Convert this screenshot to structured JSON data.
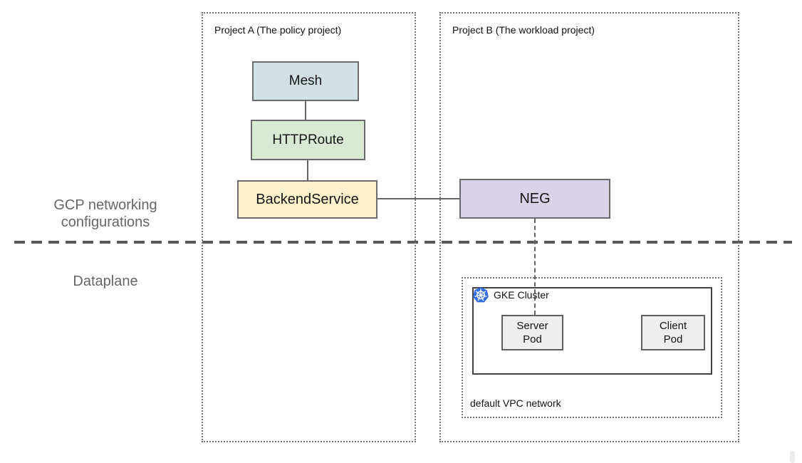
{
  "lanes": {
    "top_label": "GCP networking configurations",
    "bottom_label": "Dataplane"
  },
  "projects": {
    "a": {
      "label": "Project A (The policy project)"
    },
    "b": {
      "label": "Project B (The workload project)"
    }
  },
  "nodes": {
    "mesh": {
      "label": "Mesh",
      "fill": "#d0e0e3"
    },
    "httproute": {
      "label": "HTTPRoute",
      "fill": "#d9ead3"
    },
    "backend_service": {
      "label": "BackendService",
      "fill": "#fff2cc"
    },
    "neg": {
      "label": "NEG",
      "fill": "#d9d2e9"
    },
    "gke_cluster": {
      "label": "GKE Cluster"
    },
    "server_pod": {
      "line1": "Server",
      "line2": "Pod",
      "fill": "#eeeeee"
    },
    "client_pod": {
      "line1": "Client",
      "line2": "Pod",
      "fill": "#eeeeee"
    },
    "vpc_network": {
      "label": "default VPC network"
    }
  },
  "icons": {
    "kubernetes": {
      "name": "kubernetes-icon",
      "color": "#326ce5"
    }
  },
  "colors": {
    "node_border": "#6b6b6b",
    "cluster_border": "#434343",
    "connector": "#666666",
    "separator": "#595959",
    "lane_label_text": "#666666",
    "dotted_border": "#787878"
  }
}
